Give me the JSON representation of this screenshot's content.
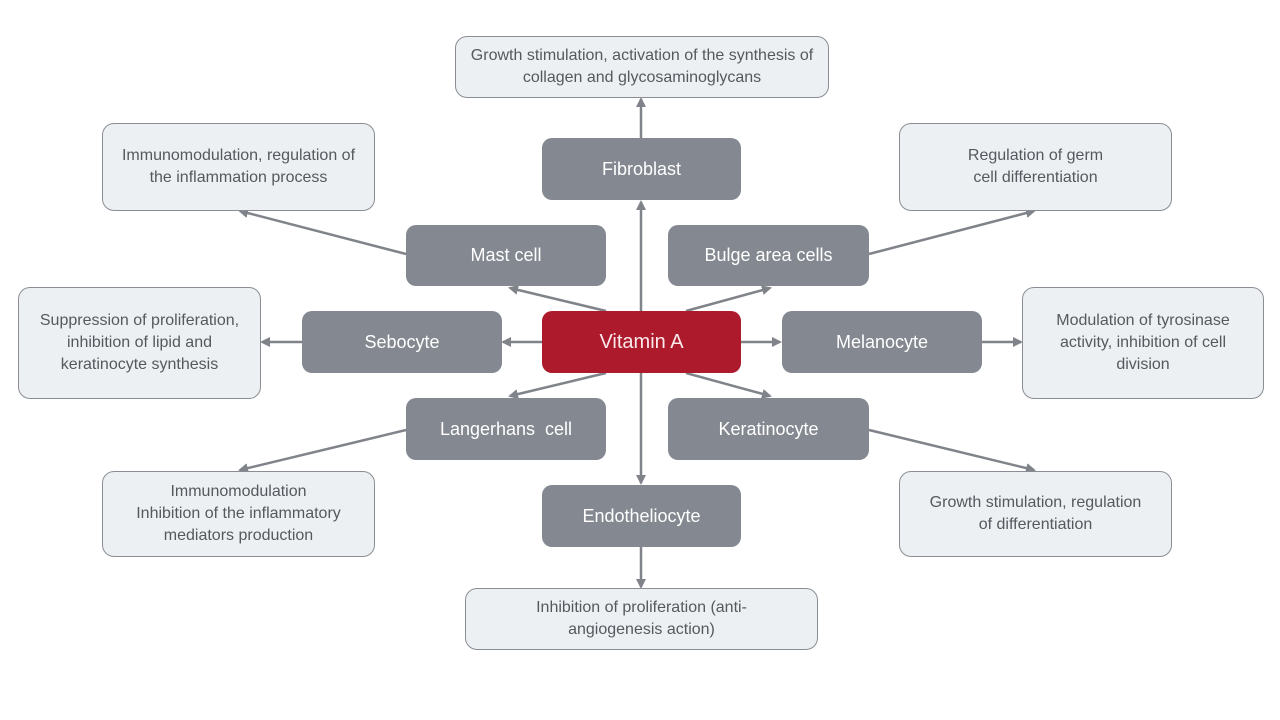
{
  "diagram": {
    "center": {
      "label": "Vitamin A",
      "color": "#ad1a2c"
    },
    "cells": [
      {
        "id": "fibroblast",
        "label": "Fibroblast"
      },
      {
        "id": "mast",
        "label": "Mast cell"
      },
      {
        "id": "bulge",
        "label": "Bulge area cells"
      },
      {
        "id": "sebocyte",
        "label": "Sebocyte"
      },
      {
        "id": "melanocyte",
        "label": "Melanocyte"
      },
      {
        "id": "langerhans",
        "label": "Langerhans  cell"
      },
      {
        "id": "keratinocyte",
        "label": "Keratinocyte"
      },
      {
        "id": "endotheliocyte",
        "label": "Endotheliocyte"
      }
    ],
    "effects": [
      {
        "id": "fibroblast",
        "text": "Growth stimulation, activation of the synthesis of collagen and glycosaminoglycans"
      },
      {
        "id": "mast",
        "text": "Immunomodulation, regulation of the inflammation process"
      },
      {
        "id": "bulge",
        "text": "Regulation of germ cell differentiation"
      },
      {
        "id": "sebocyte",
        "text": "Suppression of proliferation, inhibition of lipid and keratinocyte synthesis"
      },
      {
        "id": "melanocyte",
        "text": "Modulation of tyrosinase activity, inhibition of cell division"
      },
      {
        "id": "langerhans",
        "text": "Immunomodulation\nInhibition of the inflammatory mediators production"
      },
      {
        "id": "keratinocyte",
        "text": "Growth stimulation, regulation of differentiation"
      },
      {
        "id": "endotheliocyte",
        "text": "Inhibition of proliferation (anti-angiogenesis action)"
      }
    ],
    "colors": {
      "cell": "#848890",
      "effect_bg": "#edf0f3",
      "arrow": "#80848a"
    }
  }
}
